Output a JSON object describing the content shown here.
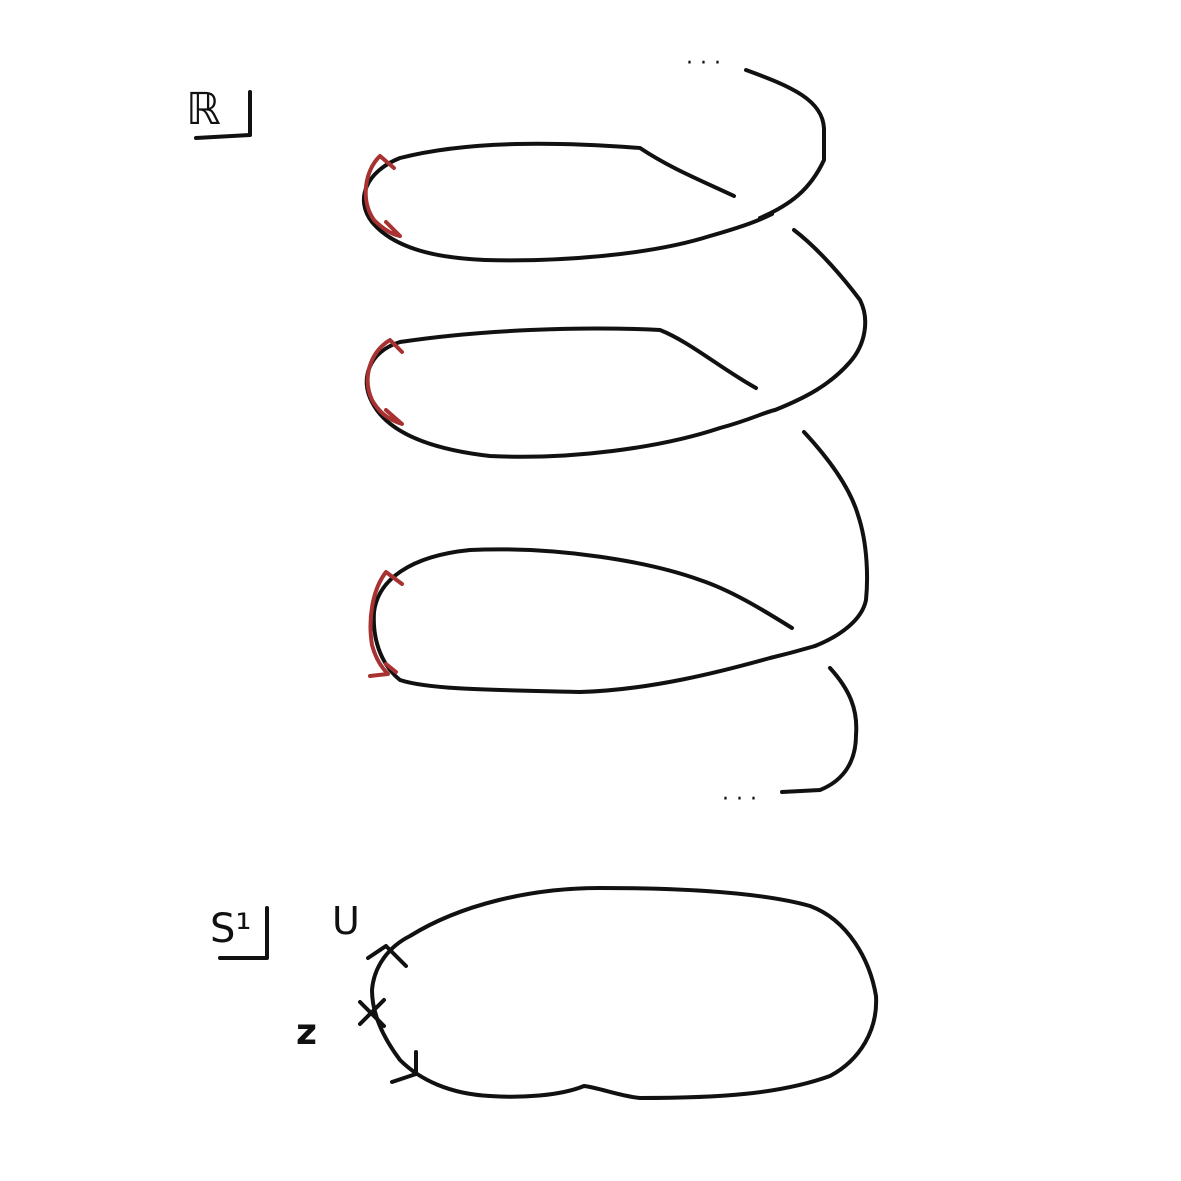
{
  "colors": {
    "ink": "#111111",
    "highlight": "#a83232",
    "background": "#ffffff"
  },
  "labels": {
    "covering_space": "ℝ",
    "base_space": "S¹",
    "neighborhood": "U",
    "point": "z",
    "ellipsis_top": "· · ·",
    "ellipsis_bottom": "· · ·"
  }
}
